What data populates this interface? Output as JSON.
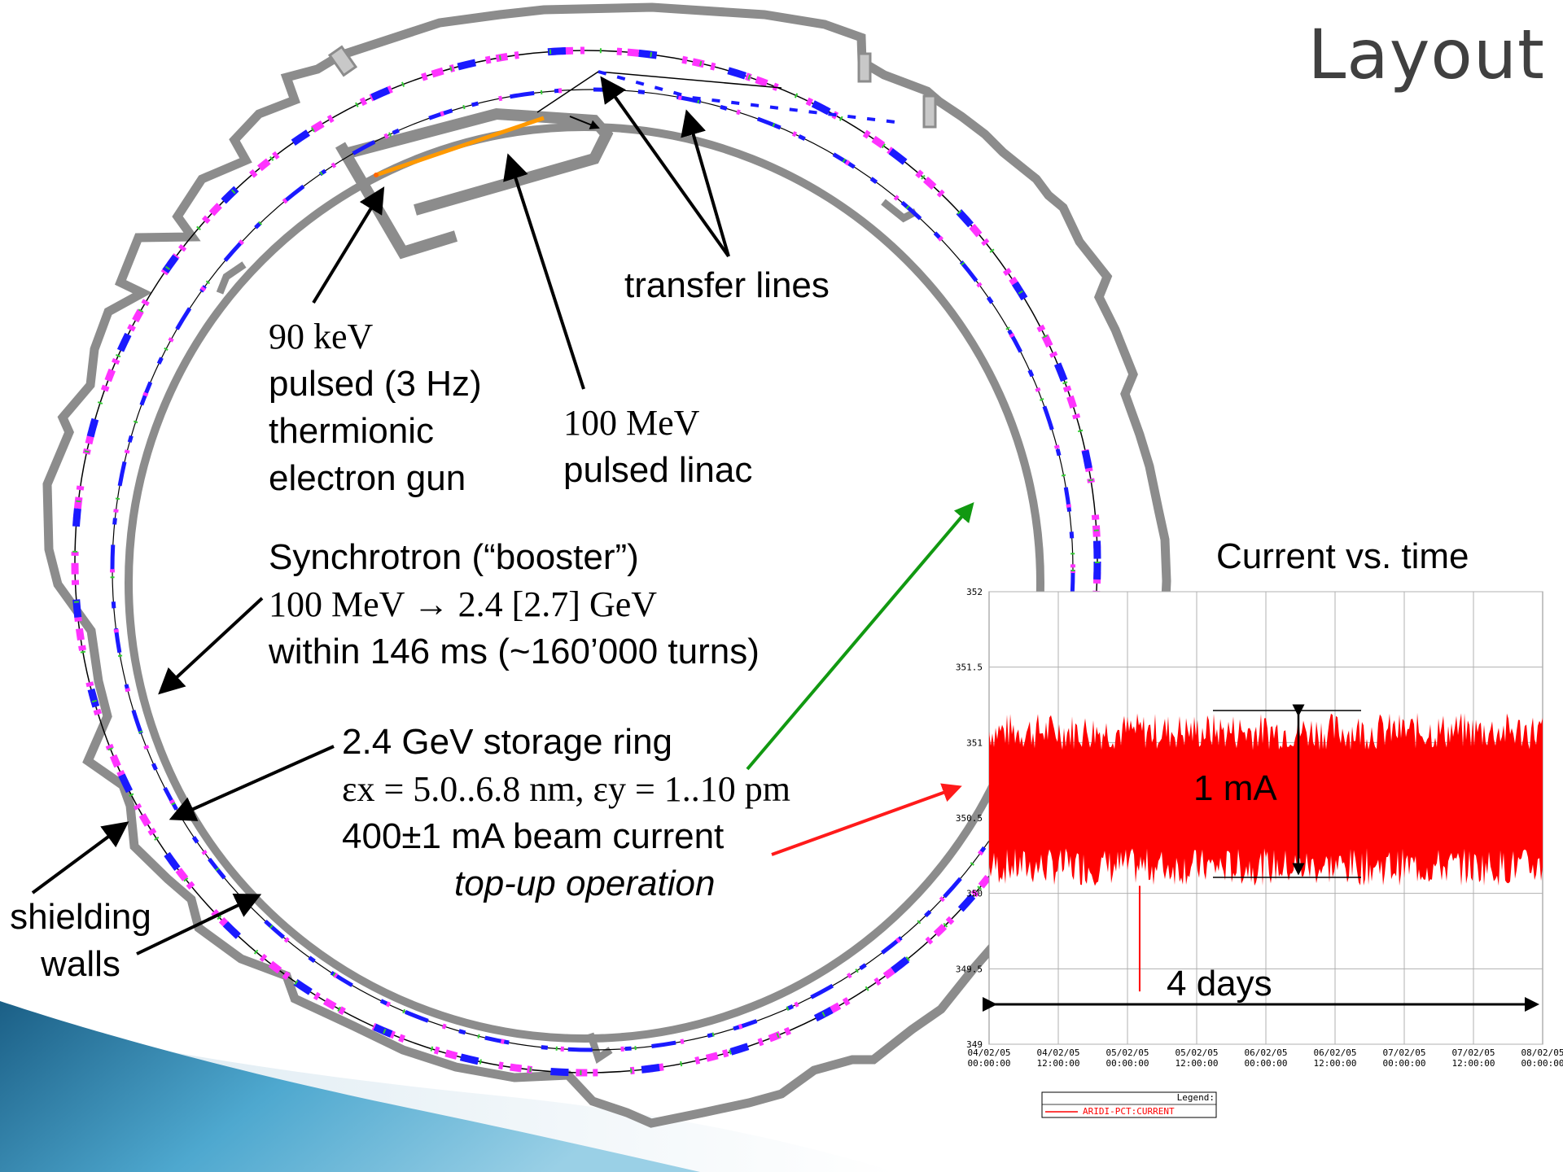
{
  "title": "Layout",
  "labels": {
    "transfer_lines": "transfer lines",
    "gun": [
      "90 keV",
      "pulsed (3 Hz)",
      "thermionic",
      "electron gun"
    ],
    "linac": [
      "100 MeV",
      "pulsed linac"
    ],
    "booster": [
      "Synchrotron (“booster”)",
      "100 MeV → 2.4 [2.7] GeV",
      "within 146 ms (~160’000 turns)"
    ],
    "ring": [
      "2.4 GeV storage ring",
      "εx = 5.0..6.8 nm, εy = 1..10 pm",
      "400±1 mA beam current",
      "top-up operation"
    ],
    "shielding": [
      "shielding",
      "walls"
    ]
  },
  "chart_data": {
    "type": "line",
    "title": "Current vs. time",
    "ylim": [
      349,
      352
    ],
    "yticks": [
      "349",
      "349.5",
      "350",
      "350.5",
      "351",
      "351.5",
      "352"
    ],
    "xticks": [
      [
        "04/02/05",
        "00:00:00"
      ],
      [
        "04/02/05",
        "12:00:00"
      ],
      [
        "05/02/05",
        "00:00:00"
      ],
      [
        "05/02/05",
        "12:00:00"
      ],
      [
        "06/02/05",
        "00:00:00"
      ],
      [
        "06/02/05",
        "12:00:00"
      ],
      [
        "07/02/05",
        "00:00:00"
      ],
      [
        "07/02/05",
        "12:00:00"
      ],
      [
        "08/02/05",
        "00:00:00"
      ]
    ],
    "series": [
      {
        "name": "ARIDI-PCT:CURRENT",
        "band": [
          350.05,
          351.15
        ],
        "dip": 349.35,
        "color": "#ff0000"
      }
    ],
    "annotations": [
      "1 mA",
      "4 days"
    ],
    "legend_title": "Legend:"
  },
  "colors": {
    "wall": "#8c8c8c",
    "beam": "#1a1aff",
    "magnet": "#ff33ff",
    "linac": "#ff9900",
    "red_arrow": "#ff1a1a",
    "green_arrow": "#119911"
  }
}
